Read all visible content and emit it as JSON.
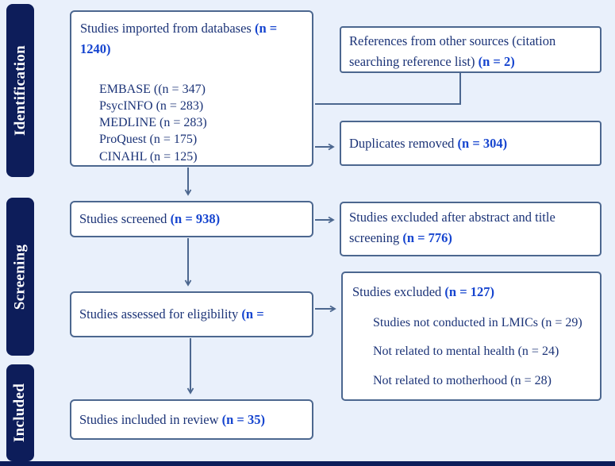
{
  "colors": {
    "background": "#e9f0fb",
    "sidebar": "#0d1d5a",
    "box_border": "#4c678f",
    "box_fill": "#ffffff",
    "text": "#1b3377",
    "value_text": "#1544cf"
  },
  "sidebar": {
    "items": [
      "Identification",
      "Screening",
      "Included"
    ]
  },
  "flow": {
    "imported": {
      "text": "Studies imported from databases ",
      "value": "(n = 1240)",
      "databases": [
        "EMBASE ((n = 347)",
        "PsycINFO (n = 283)",
        "MEDLINE (n = 283)",
        "ProQuest (n = 175)",
        "CINAHL (n = 125)"
      ]
    },
    "other_sources": {
      "text": "References from other sources (citation searching reference list) ",
      "value": "(n = 2)"
    },
    "duplicates": {
      "text": "Duplicates removed ",
      "value": "(n = 304)"
    },
    "screened": {
      "text": "Studies screened ",
      "value": "(n = 938)"
    },
    "excluded_screening": {
      "text": "Studies excluded after abstract and title screening ",
      "value": "(n = 776)"
    },
    "eligibility": {
      "text": "Studies assessed for eligibility ",
      "value": "(n ="
    },
    "excluded_eligibility": {
      "text": "Studies excluded ",
      "value": "(n = 127)",
      "reasons": [
        "Studies not conducted in LMICs (n = 29)",
        "Not related to mental health (n = 24)",
        "Not related to motherhood (n = 28)"
      ]
    },
    "included": {
      "text": "Studies included in review ",
      "value": "(n = 35)"
    }
  }
}
